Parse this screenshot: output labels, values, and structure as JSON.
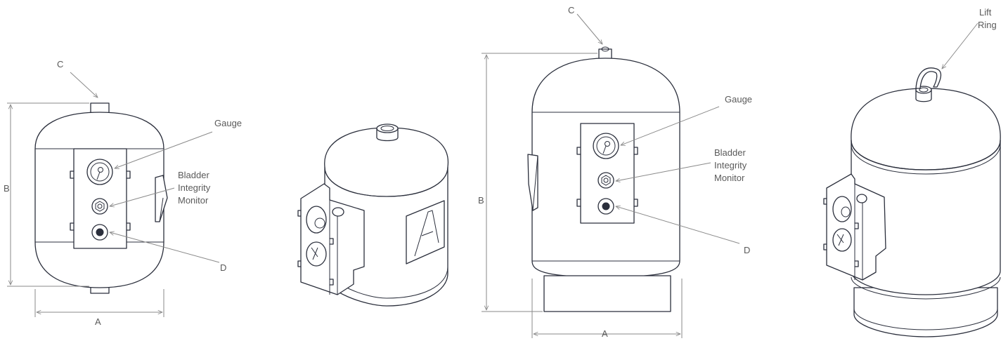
{
  "labels": {
    "dim_a": "A",
    "dim_b": "B",
    "dim_c": "C",
    "dim_d": "D",
    "gauge": "Gauge",
    "bim_line1": "Bladder",
    "bim_line2": "Integrity",
    "bim_line3": "Monitor",
    "lift_line1": "Lift",
    "lift_line2": "Ring"
  },
  "panel_letter": "A",
  "colors": {
    "line": "#2b2f3c",
    "dimension": "#8a8a8a",
    "label": "#5a5a5a",
    "background": "#ffffff"
  }
}
